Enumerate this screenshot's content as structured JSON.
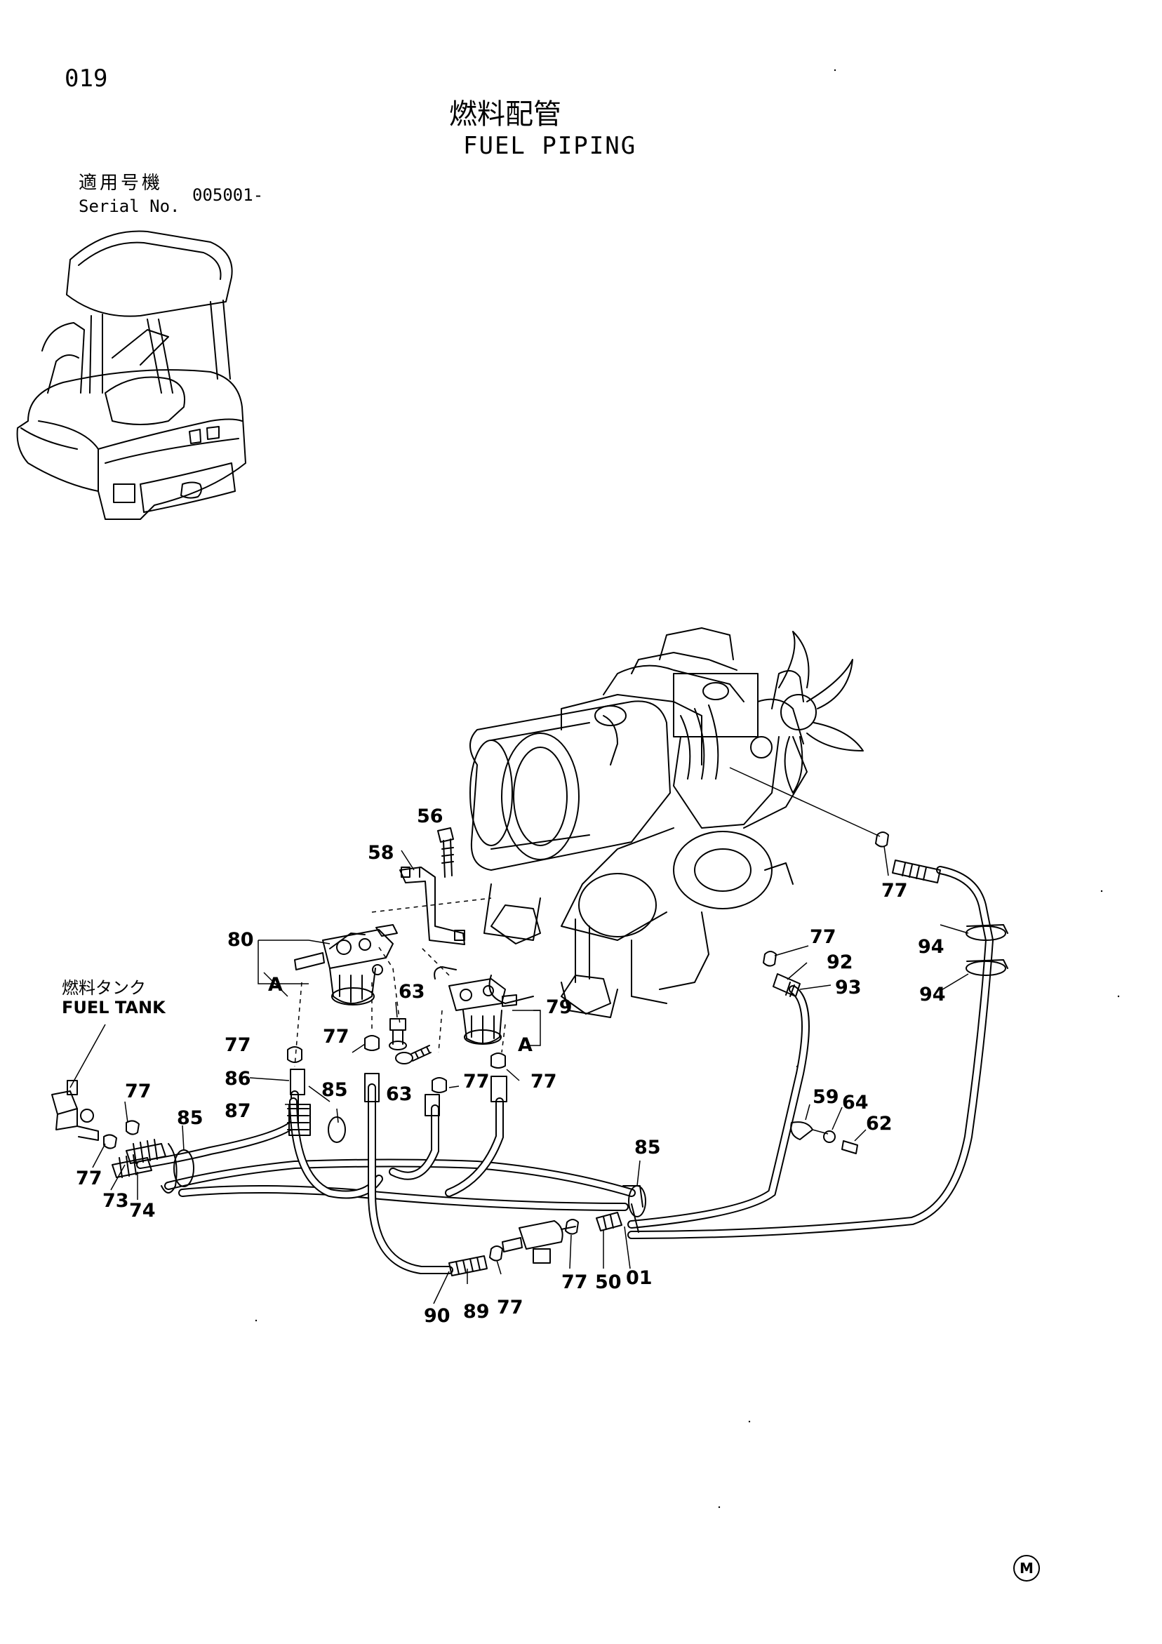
{
  "header": {
    "page_number": "019",
    "title_jp": "燃料配管",
    "title_en": "FUEL PIPING"
  },
  "serial": {
    "label_jp": "適用号機",
    "label_en": "Serial No.",
    "value": "005001-"
  },
  "fuel_tank": {
    "label_jp": "燃料タンク",
    "label_en": "FUEL TANK"
  },
  "mark": "M",
  "callouts": [
    {
      "id": "c56",
      "text": "56"
    },
    {
      "id": "c58",
      "text": "58"
    },
    {
      "id": "c80",
      "text": "80"
    },
    {
      "id": "cA1",
      "text": "A"
    },
    {
      "id": "c63a",
      "text": "63"
    },
    {
      "id": "c79",
      "text": "79"
    },
    {
      "id": "cA2",
      "text": "A"
    },
    {
      "id": "c77a",
      "text": "77"
    },
    {
      "id": "c77b",
      "text": "77"
    },
    {
      "id": "c77c",
      "text": "77"
    },
    {
      "id": "c77d",
      "text": "77"
    },
    {
      "id": "c86",
      "text": "86"
    },
    {
      "id": "c87",
      "text": "87"
    },
    {
      "id": "c85a",
      "text": "85"
    },
    {
      "id": "c63b",
      "text": "63"
    },
    {
      "id": "c77e",
      "text": "77"
    },
    {
      "id": "c85b",
      "text": "85"
    },
    {
      "id": "c77f",
      "text": "77"
    },
    {
      "id": "c73",
      "text": "73"
    },
    {
      "id": "c74",
      "text": "74"
    },
    {
      "id": "c77g",
      "text": "77"
    },
    {
      "id": "c92",
      "text": "92"
    },
    {
      "id": "c93",
      "text": "93"
    },
    {
      "id": "c77h",
      "text": "77"
    },
    {
      "id": "c94a",
      "text": "94"
    },
    {
      "id": "c94b",
      "text": "94"
    },
    {
      "id": "c59",
      "text": "59"
    },
    {
      "id": "c64",
      "text": "64"
    },
    {
      "id": "c62",
      "text": "62"
    },
    {
      "id": "c85c",
      "text": "85"
    },
    {
      "id": "c90",
      "text": "90"
    },
    {
      "id": "c89",
      "text": "89"
    },
    {
      "id": "c77i",
      "text": "77"
    },
    {
      "id": "c77j",
      "text": "77"
    },
    {
      "id": "c50",
      "text": "50"
    },
    {
      "id": "c01",
      "text": "01"
    }
  ]
}
